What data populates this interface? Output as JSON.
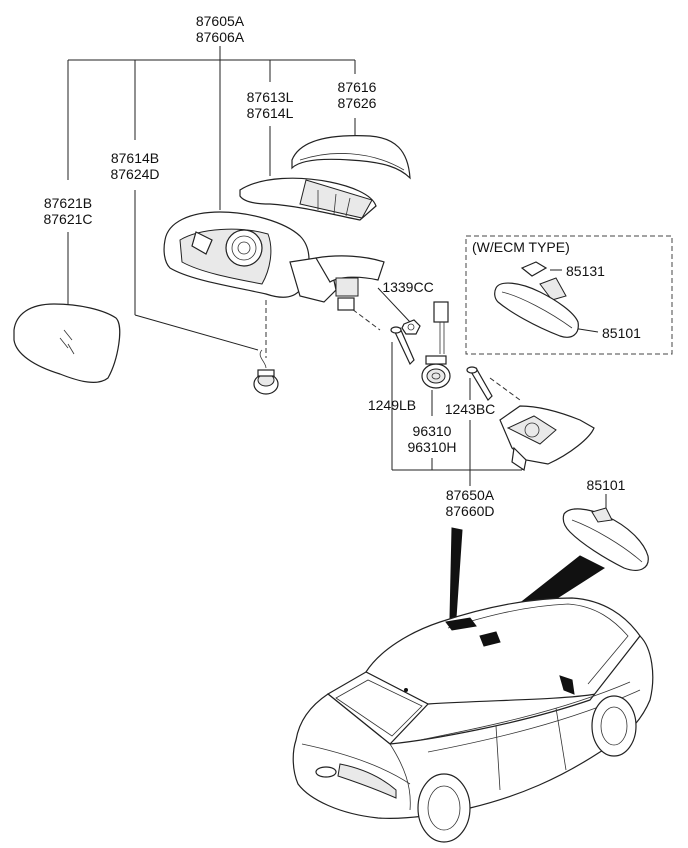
{
  "parts": {
    "mirror_assembly": [
      "87605A",
      "87606A"
    ],
    "scalp_cover": [
      "87616",
      "87626"
    ],
    "side_repeater": [
      "87613L",
      "87614L"
    ],
    "actuator": [
      "87614B",
      "87624D"
    ],
    "mirror_glass": [
      "87621B",
      "87621C"
    ],
    "nut": "1339CC",
    "screw_a": "1249LB",
    "screw_b": "1243BC",
    "camera": [
      "96310",
      "96310H"
    ],
    "garnish": [
      "87650A",
      "87660D"
    ],
    "inside_mirror_top": "85101",
    "inside_mirror_bottom": "85101",
    "holder": "85131"
  },
  "ecm_box": {
    "title": "(W/ECM TYPE)"
  }
}
